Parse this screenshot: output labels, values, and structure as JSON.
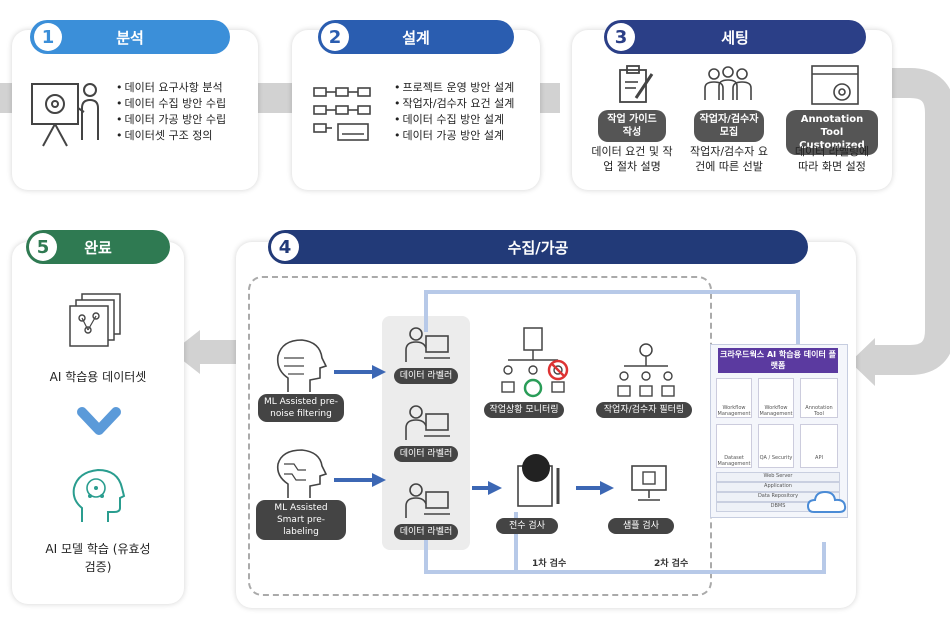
{
  "step1": {
    "num": "1",
    "title": "분석",
    "items": [
      "데이터 요구사항 분석",
      "데이터 수집 방안 수립",
      "데이터 가공 방안 수립",
      "데이터셋 구조 정의"
    ]
  },
  "step2": {
    "num": "2",
    "title": "설계",
    "items": [
      "프로젝트 운영 방안 설계",
      "작업자/검수자 요건 설계",
      "데이터 수집 방안 설계",
      "데이터 가공 방안 설계"
    ]
  },
  "step3": {
    "num": "3",
    "title": "세팅",
    "cols": [
      {
        "label": "작업 가이드 작성",
        "desc": "데이터 요건 및 작업 절차 설명"
      },
      {
        "label": "작업자/검수자 모집",
        "desc": "작업자/검수자 요건에 따른 선발"
      },
      {
        "label": "Annotation Tool Customized",
        "desc": "데이터 라벨링에 따라 화면 설정"
      }
    ]
  },
  "step4": {
    "num": "4",
    "title": "수집/가공",
    "ml1": "ML Assisted pre-noise filtering",
    "ml2": "ML Assisted Smart pre-labeling",
    "worker_label": "데이터 라벨러",
    "monitor": "작업상황 모니터링",
    "filter": "작업자/검수자 필터링",
    "full_check": "전수 검사",
    "sample_check": "샘플 검사",
    "first_check": "1차 검수",
    "second_check": "2차 검수",
    "platform": {
      "title": "크라우드웍스 AI 학습용 데이터 플랫폼",
      "cells": [
        "Workflow Management",
        "Workflow Management",
        "Annotation Tool",
        "Dataset Management",
        "QA / Security",
        "API"
      ],
      "rows": [
        "Web Server",
        "Application",
        "Data Repository",
        "DBMS"
      ]
    }
  },
  "step5": {
    "num": "5",
    "title": "완료",
    "dataset": "AI 학습용 데이터셋",
    "model": "AI 모델 학습 (유효성 검증)"
  },
  "colors": {
    "step1": "#3b8fd9",
    "step2": "#2a5db0",
    "step3": "#2b3f87",
    "step4": "#223a78",
    "step5": "#2f7a52",
    "arrow": "#3c67b4",
    "flow": "#b7c9e8"
  }
}
